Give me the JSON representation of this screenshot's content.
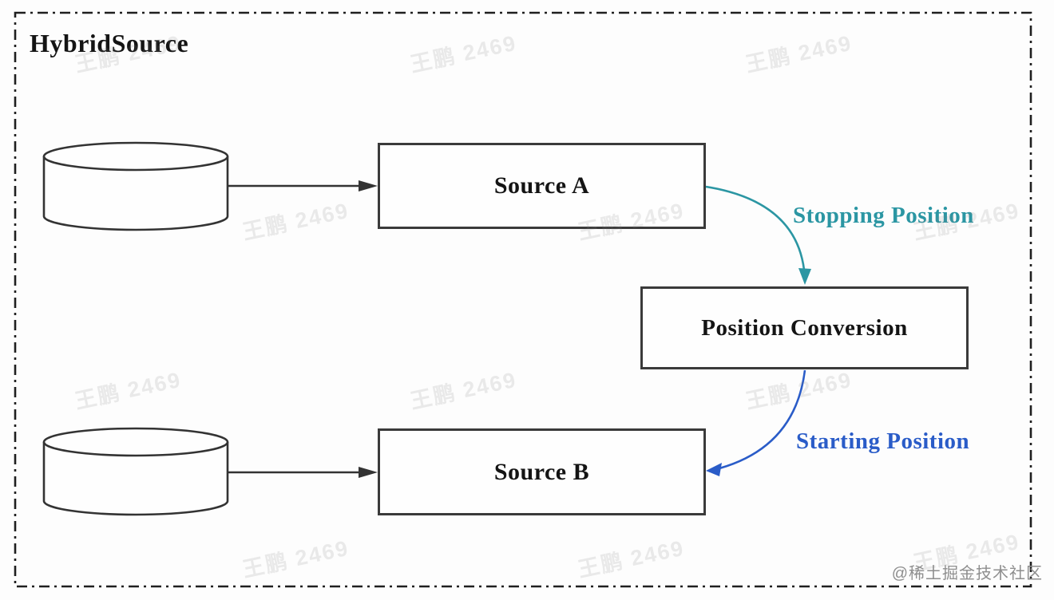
{
  "diagram": {
    "title": "HybridSource",
    "nodes": {
      "database_a": {
        "icon": "database-cylinder"
      },
      "database_b": {
        "icon": "database-cylinder"
      },
      "source_a": {
        "label": "Source A"
      },
      "position_conversion": {
        "label": "Position Conversion"
      },
      "source_b": {
        "label": "Source B"
      }
    },
    "edges": {
      "db_a_to_source_a": {
        "from": "database_a",
        "to": "source_a",
        "label": ""
      },
      "db_b_to_source_b": {
        "from": "database_b",
        "to": "source_b",
        "label": ""
      },
      "source_a_to_conversion": {
        "from": "source_a",
        "to": "position_conversion",
        "label": "Stopping Position"
      },
      "conversion_to_source_b": {
        "from": "position_conversion",
        "to": "source_b",
        "label": "Starting Position"
      }
    },
    "colors": {
      "stopping": "#2b96a3",
      "starting": "#2a5cc8",
      "line": "#333333",
      "border": "#1f1f1f"
    }
  },
  "watermark": {
    "text": "王鹏 2469"
  },
  "credit": "@稀土掘金技术社区"
}
